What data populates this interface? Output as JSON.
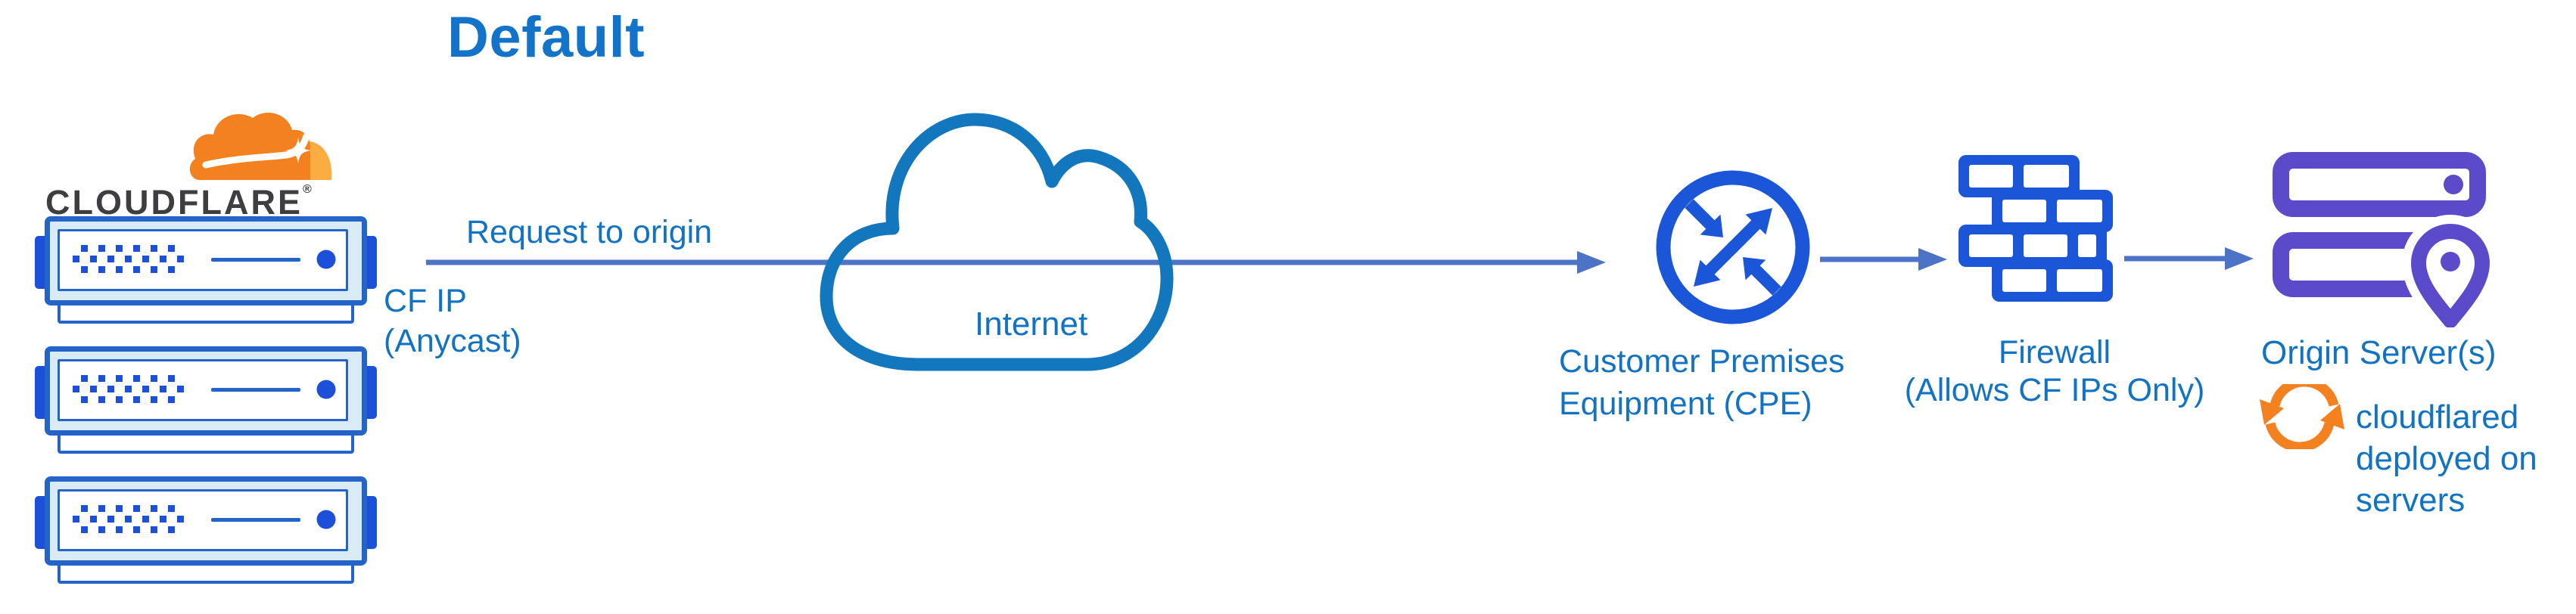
{
  "title": "Default",
  "brand": {
    "wordmark": "CLOUDFLARE",
    "registered_mark": "®",
    "server_count": 3
  },
  "flow": {
    "request_label": "Request to origin",
    "cf_ip_line1": "CF IP",
    "cf_ip_line2": "(Anycast)",
    "internet_label": "Internet",
    "cpe_line1": "Customer Premises",
    "cpe_line2": "Equipment (CPE)",
    "firewall_line1": "Firewall",
    "firewall_line2": "(Allows CF IPs Only)",
    "origin_label": "Origin Server(s)",
    "origin_note_line1": "cloudflared",
    "origin_note_line2": "deployed on",
    "origin_note_line3": "servers"
  },
  "icons": {
    "logo": "cloudflare-logo",
    "edge_servers": "server-stack-icon",
    "internet": "cloud-icon",
    "cpe": "router-icon",
    "firewall": "firewall-brick-icon",
    "origin": "server-location-icon",
    "cloudflared": "sync-arrows-icon"
  },
  "colors": {
    "title-text": "#1273c8",
    "label-text": "#1173c2",
    "flow-line": "#4d73c7",
    "icon-blue": "#1b55d8",
    "server-border": "#2464c8",
    "server-fill": "#d9ecf5",
    "tab-blue": "#1d50d8",
    "cloud-outline": "#1277bd",
    "origin-purple": "#5b4bcb",
    "cf-orange": "#f48120",
    "cf-orange-light": "#fbad41",
    "wordmark-text": "#3e3e40"
  }
}
